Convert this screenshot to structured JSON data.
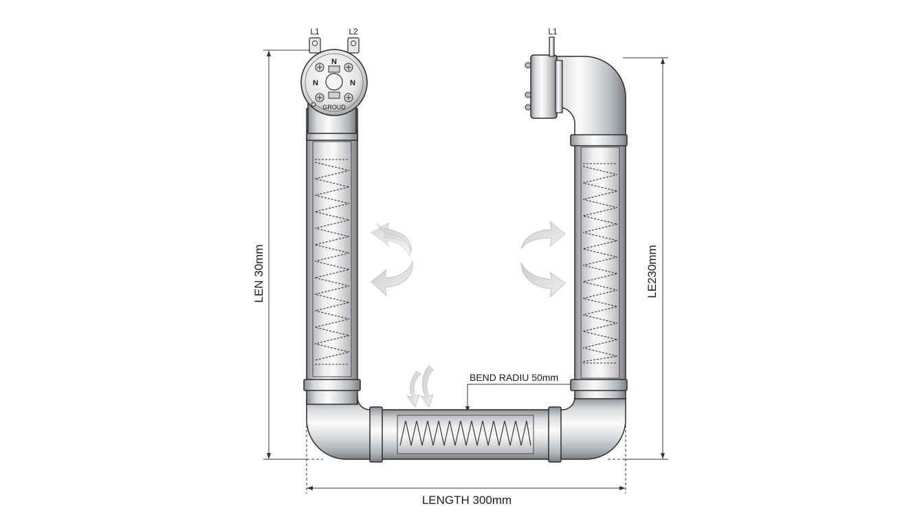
{
  "terminals": {
    "left_a": "L1",
    "left_b": "L2",
    "right": "L1"
  },
  "junction_box": {
    "top_mark": "N",
    "left_mark": "N",
    "right_mark": "N",
    "ground_label": "GROUD"
  },
  "dimensions": {
    "left_length": "LEN 30mm",
    "right_length": "LE230mm",
    "bottom_length": "LENGTH 300mm",
    "bend_radius": "BEND RADIU 50mm"
  },
  "colors": {
    "pipe_light": "#f4f5f6",
    "pipe_mid": "#c9ccd0",
    "pipe_dark": "#7d8185",
    "outline": "#2a2a2a",
    "coil": "#333333",
    "arrow": "#d9dbde"
  }
}
